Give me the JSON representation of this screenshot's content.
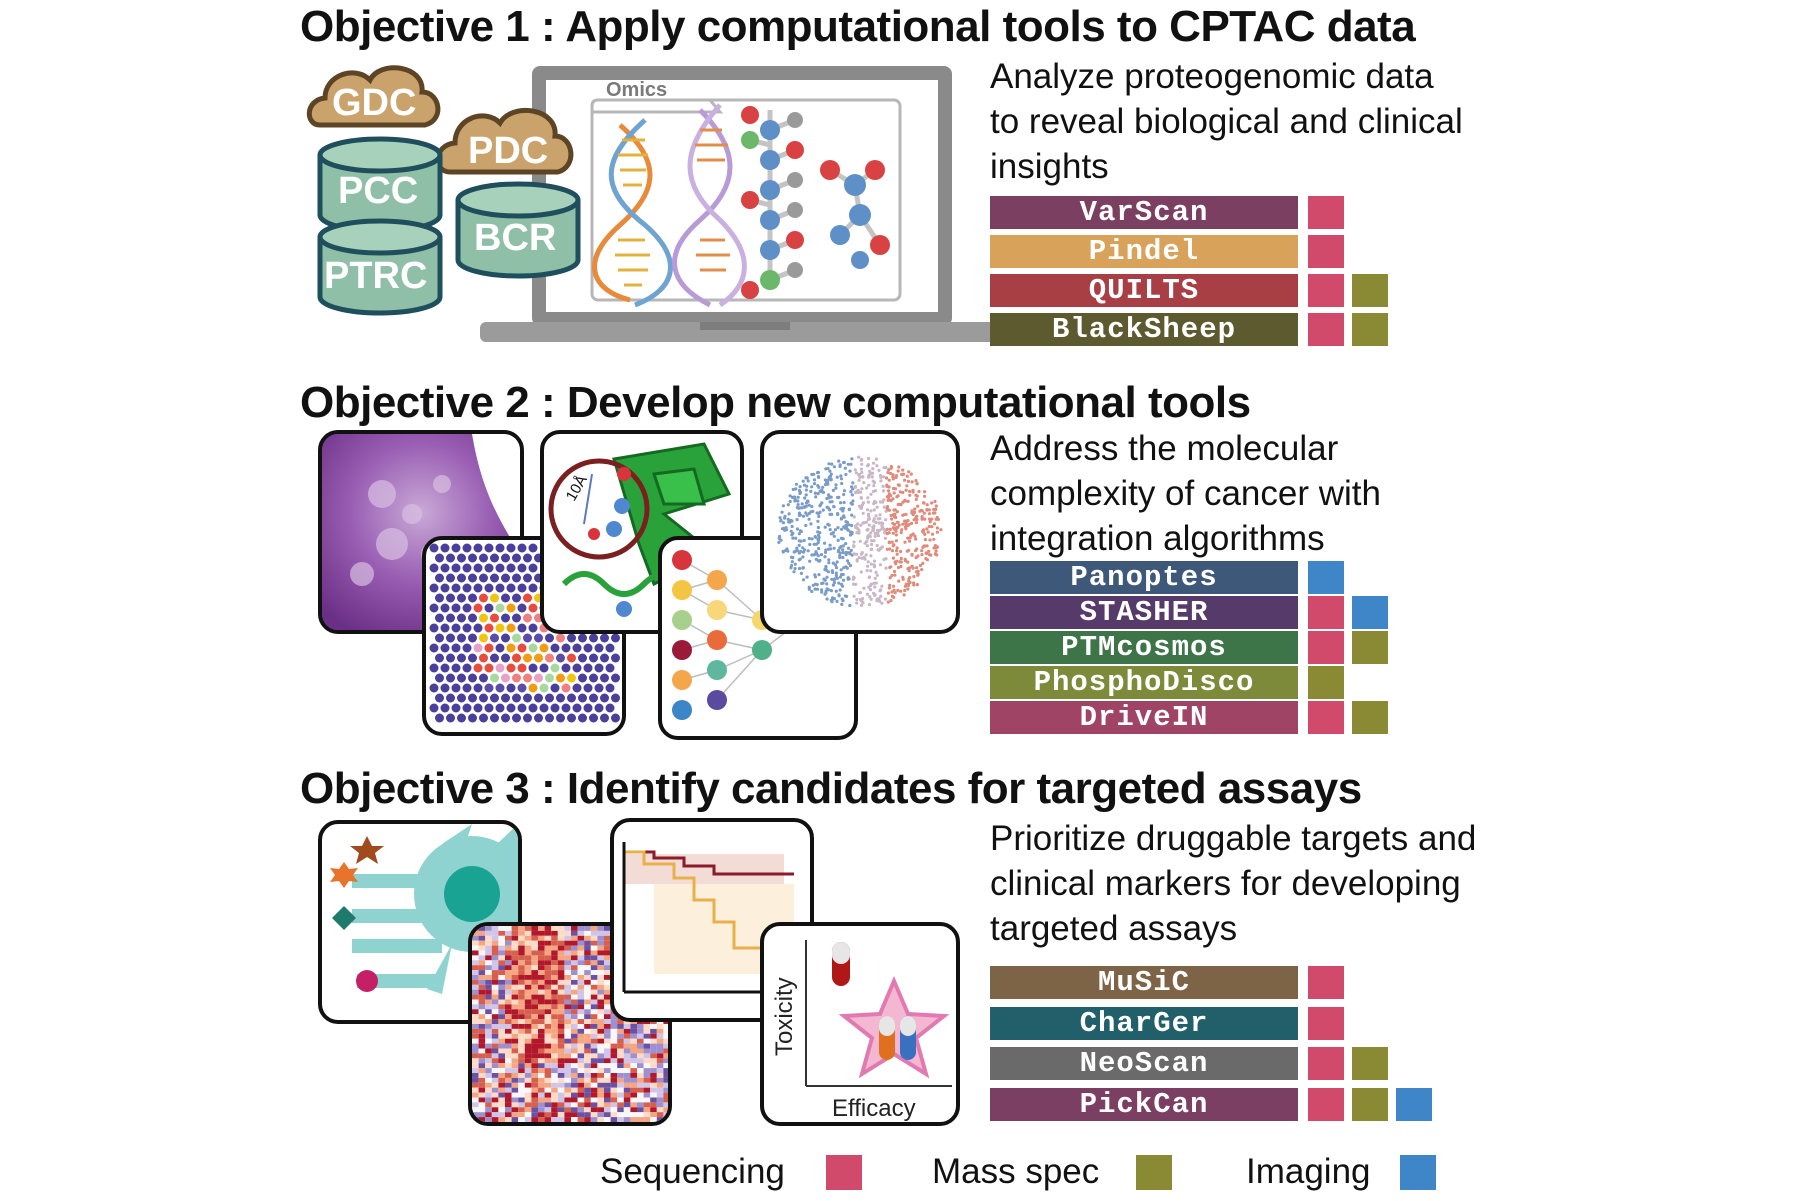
{
  "objectives": [
    {
      "title": "Objective 1 : Apply computational tools to CPTAC data",
      "description": [
        "Analyze proteogenomic data",
        "to reveal biological and clinical",
        "insights"
      ],
      "tools": [
        {
          "name": "VarScan",
          "color": "#7b3f61",
          "types": [
            "sequencing"
          ]
        },
        {
          "name": "Pindel",
          "color": "#d9a25a",
          "types": [
            "sequencing"
          ]
        },
        {
          "name": "QUILTS",
          "color": "#a83f45",
          "types": [
            "sequencing",
            "mass_spec"
          ]
        },
        {
          "name": "BlackSheep",
          "color": "#5e5a2f",
          "types": [
            "sequencing",
            "mass_spec"
          ]
        }
      ],
      "illustration": {
        "clouds": [
          "GDC",
          "PDC"
        ],
        "databases": [
          "PCC",
          "BCR",
          "PTRC"
        ],
        "laptop_tab": "Omics"
      }
    },
    {
      "title": "Objective 2 : Develop new computational tools",
      "description": [
        "Address the molecular",
        "complexity of cancer with",
        "integration algorithms"
      ],
      "tools": [
        {
          "name": "Panoptes",
          "color": "#3d5878",
          "types": [
            "imaging"
          ]
        },
        {
          "name": "STASHER",
          "color": "#563a6a",
          "types": [
            "sequencing",
            "imaging"
          ]
        },
        {
          "name": "PTMcosmos",
          "color": "#3d7448",
          "types": [
            "sequencing",
            "mass_spec"
          ]
        },
        {
          "name": "PhosphoDisco",
          "color": "#7c8a3a",
          "types": [
            "mass_spec"
          ]
        },
        {
          "name": "DriveIN",
          "color": "#a04466",
          "types": [
            "sequencing",
            "mass_spec"
          ]
        }
      ],
      "illustration": {
        "structure_label": "10Å"
      }
    },
    {
      "title": "Objective 3 : Identify candidates for targeted assays",
      "description": [
        "Prioritize druggable targets and",
        "clinical markers for developing",
        "targeted assays"
      ],
      "tools": [
        {
          "name": "MuSiC",
          "color": "#7e6447",
          "types": [
            "sequencing"
          ]
        },
        {
          "name": "CharGer",
          "color": "#21606a",
          "types": [
            "sequencing"
          ]
        },
        {
          "name": "NeoScan",
          "color": "#6a6a6a",
          "types": [
            "sequencing",
            "mass_spec"
          ]
        },
        {
          "name": "PickCan",
          "color": "#7a3f63",
          "types": [
            "sequencing",
            "mass_spec",
            "imaging"
          ]
        }
      ],
      "illustration": {
        "plot_y_label": "Toxicity",
        "plot_x_label": "Efficacy"
      }
    }
  ],
  "legend": [
    {
      "key": "sequencing",
      "label": "Sequencing",
      "color": "#d14a6c"
    },
    {
      "key": "mass_spec",
      "label": "Mass spec",
      "color": "#8a8a34"
    },
    {
      "key": "imaging",
      "label": "Imaging",
      "color": "#3f86c8"
    }
  ]
}
